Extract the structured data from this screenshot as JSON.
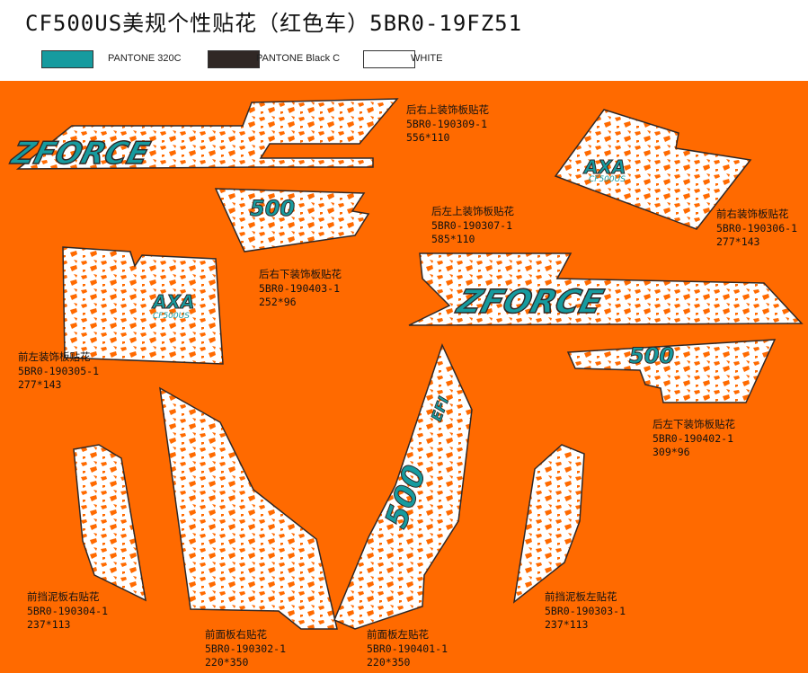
{
  "title": "CF500US美规个性贴花（红色车）5BR0-19FZ51",
  "colors": {
    "pantone_320c": "#169b9f",
    "pantone_black_c": "#302825",
    "white": "#ffffff",
    "background": "#ff6a00"
  },
  "legend": [
    {
      "label": "PANTONE 320C",
      "color": "#169b9f"
    },
    {
      "label": "PANTONE Black C",
      "color": "#302825"
    },
    {
      "label": "WHITE",
      "color": "#ffffff"
    }
  ],
  "artwork_text": {
    "zforce": "ZFORCE",
    "model_500": "500",
    "axa": "AXA",
    "cf500us": "CF500US",
    "efi": "EFI"
  },
  "decals": [
    {
      "name": "后右上装饰板贴花",
      "part": "5BR0-190309-1",
      "size": "556*110"
    },
    {
      "name": "前右装饰板贴花",
      "part": "5BR0-190306-1",
      "size": "277*143"
    },
    {
      "name": "后左上装饰板贴花",
      "part": "5BR0-190307-1",
      "size": "585*110"
    },
    {
      "name": "后右下装饰板贴花",
      "part": "5BR0-190403-1",
      "size": "252*96"
    },
    {
      "name": "前左装饰板贴花",
      "part": "5BR0-190305-1",
      "size": "277*143"
    },
    {
      "name": "后左下装饰板贴花",
      "part": "5BR0-190402-1",
      "size": "309*96"
    },
    {
      "name": "前挡泥板右贴花",
      "part": "5BR0-190304-1",
      "size": "237*113"
    },
    {
      "name": "前面板右贴花",
      "part": "5BR0-190302-1",
      "size": "220*350"
    },
    {
      "name": "前面板左贴花",
      "part": "5BR0-190401-1",
      "size": "220*350"
    },
    {
      "name": "前挡泥板左贴花",
      "part": "5BR0-190303-1",
      "size": "237*113"
    }
  ]
}
